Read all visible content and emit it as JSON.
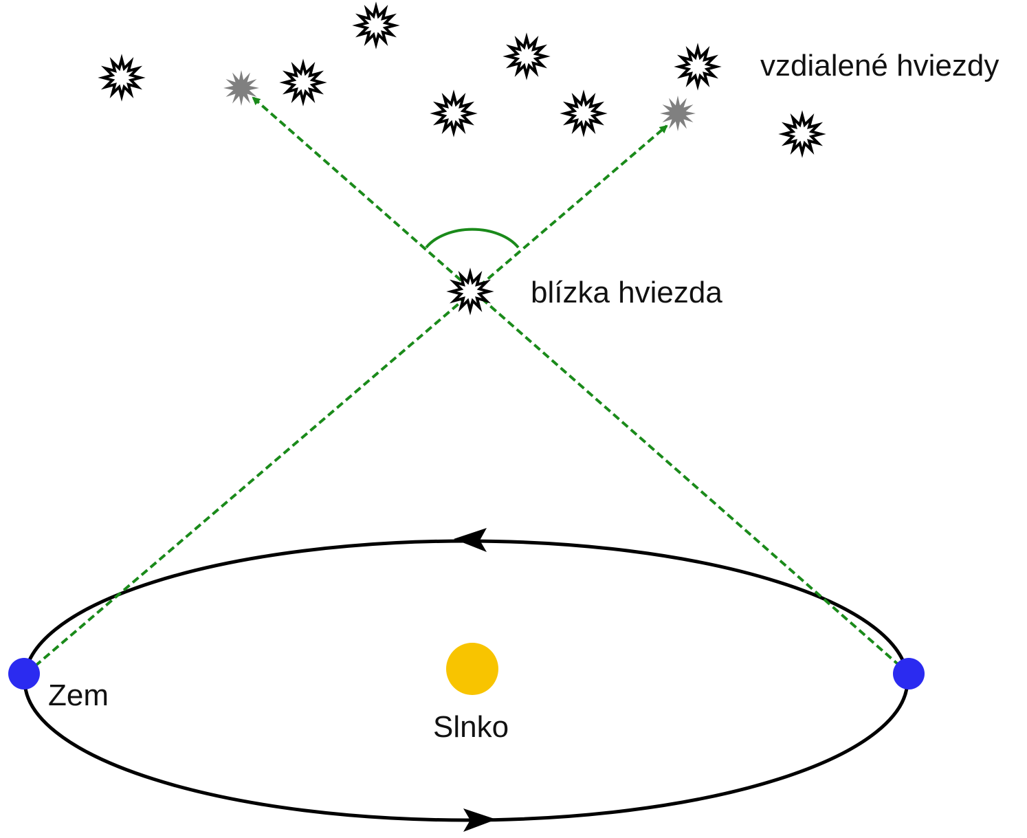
{
  "labels": {
    "distant_stars": "vzdialené hviezdy",
    "near_star": "blízka hviezda",
    "earth": "Zem",
    "sun": "Slnko"
  },
  "colors": {
    "background": "#ffffff",
    "orbit": "#000000",
    "sight_line": "#1a8a1a",
    "earth": "#2b2bf0",
    "sun": "#f8c400",
    "star_outline": "#000000",
    "apparent_star": "#808080"
  },
  "icons": {
    "star": "star-burst-icon",
    "apparent_star": "gray-star-burst-icon",
    "earth": "earth-dot-icon",
    "sun": "sun-disc-icon"
  }
}
